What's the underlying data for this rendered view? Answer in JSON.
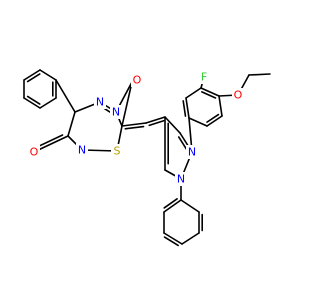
{
  "molecule": {
    "atom_labels": {
      "O_ketone_top": "O",
      "O_ketone_left": "O",
      "N_triazine_1": "N",
      "N_triazine_2": "N",
      "N_triazine_3": "N",
      "S_thiazole": "S",
      "F_substituent": "F",
      "O_ether": "O",
      "N_pyrazole_1": "N",
      "N_pyrazole_2": "N"
    },
    "colors": {
      "O": "#ff0000",
      "N": "#0000ff",
      "S": "#b8a000",
      "F": "#33cc33",
      "bond": "#000000"
    }
  }
}
